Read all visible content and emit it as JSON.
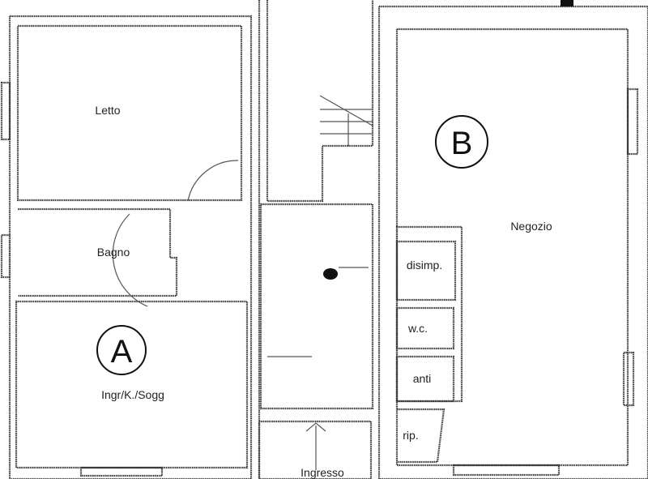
{
  "plan": {
    "unit_a": {
      "marker": "A",
      "rooms": {
        "letto": "Letto",
        "bagno": "Bagno",
        "living": "Ingr/K./Sogg"
      }
    },
    "unit_b": {
      "marker": "B",
      "rooms": {
        "shop": "Negozio",
        "hall": "disimp.",
        "wc": "w.c.",
        "anteroom": "anti",
        "storage": "rip."
      }
    },
    "common": {
      "entrance": "Ingresso"
    }
  }
}
